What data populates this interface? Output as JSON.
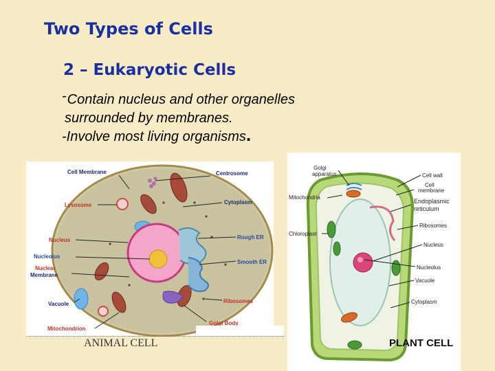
{
  "slide": {
    "title": "Two Types of Cells",
    "subtitle": "2 – Eukaryotic Cells",
    "bullet1_line1": "Contain nucleus and other organelles",
    "bullet1_line2": "surrounded by membranes.",
    "bullet2": "-Involve most living organisms"
  },
  "animal_cell": {
    "caption": "ANIMAL CELL",
    "labels": {
      "cell_membrane": "Cell Membrane",
      "centrosome": "Centrosome",
      "lysosome": "Lysosome",
      "cytoplasm": "Cytoplasm",
      "nucleus": "Nucleus",
      "rough_er": "Rough ER",
      "nucleolus": "Nucleolus",
      "smooth_er": "Smooth ER",
      "nuclear_membrane_1": "Nuclear",
      "nuclear_membrane_2": "Membrane",
      "vacuole": "Vacuole",
      "ribosomes": "Ribosomes",
      "golgi_body": "Golgi Body",
      "mitochondrion": "Mitochondrion"
    }
  },
  "plant_cell": {
    "caption": "PLANT CELL",
    "labels": {
      "golgi_1": "Golgi",
      "golgi_2": "apparatus",
      "mitochondria": "Mitochondria",
      "chloroplast": "Chloroplast",
      "cell_wall": "Cell wall",
      "cell_membrane_1": "Cell",
      "cell_membrane_2": "membrane",
      "er_1": "Endoplasmic",
      "er_2": "reticulum",
      "ribosomes": "Ribosomes",
      "nucleus": "Nucleus",
      "nucleolus": "Nucleolus",
      "vacuole": "Vacuole",
      "cytoplasm": "Cytoplasm"
    }
  }
}
